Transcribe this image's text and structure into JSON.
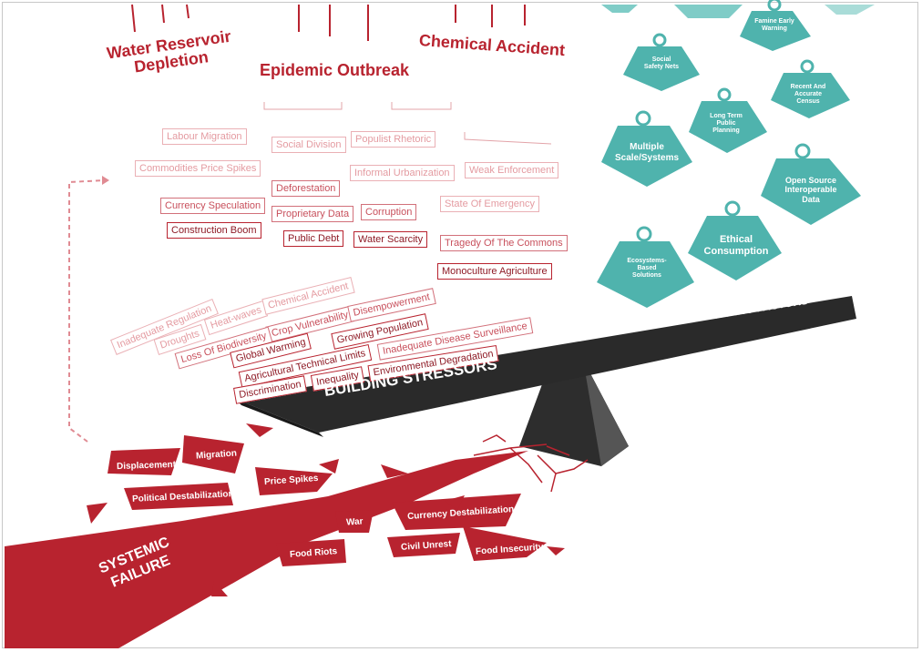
{
  "headers": {
    "water": "Water Reservoir\nDepletion",
    "epidemic": "Epidemic Outbreak",
    "chemical": "Chemical Accident"
  },
  "tags": {
    "labour_migration": "Labour Migration",
    "social_division": "Social Division",
    "populist_rhetoric": "Populist Rhetoric",
    "commodities_price_spikes": "Commodities Price Spikes",
    "informal_urbanization": "Informal Urbanization",
    "weak_enforcement": "Weak Enforcement",
    "deforestation": "Deforestation",
    "currency_speculation": "Currency Speculation",
    "state_of_emergency": "State Of Emergency",
    "proprietary_data": "Proprietary Data",
    "corruption": "Corruption",
    "construction_boom": "Construction Boom",
    "public_debt": "Public Debt",
    "water_scarcity": "Water Scarcity",
    "tragedy_of_the_commons": "Tragedy Of The Commons",
    "monoculture_agriculture": "Monoculture Agriculture",
    "inadequate_regulation": "Inadequate Regulation",
    "heat_waves": "Heat-waves",
    "chemical_accident": "Chemical Accident",
    "droughts": "Droughts",
    "crop_vulnerability": "Crop Vulnerability",
    "disempowerment": "Disempowerment",
    "loss_of_biodiversity": "Loss Of Biodiversity",
    "global_warming": "Global Warming",
    "growing_population": "Growing Population",
    "inadequate_disease_surveillance": "Inadequate Disease Surveillance",
    "agricultural_technical_limits": "Agricultural Technical Limits",
    "environmental_degradation": "Environmental Degradation",
    "inequality": "Inequality",
    "discrimination": "Discrimination"
  },
  "beam": {
    "building_stressors": "BUILDING STRESSORS",
    "mitigating_factors": "MITIGATING FACTORS"
  },
  "weights": {
    "famine_early_warning": "Famine Early\nWarning",
    "social_safety_nets": "Social\nSafety Nets",
    "recent_accurate_census": "Recent And\nAccurate\nCensus",
    "long_term_public_planning": "Long Term\nPublic\nPlanning",
    "multiple_scale_systems": "Multiple\nScale/Systems",
    "open_source_data": "Open Source\nInteroperable\nData",
    "ethical_consumption": "Ethical\nConsumption",
    "ecosystems_based_solutions": "Ecosystems-\nBased\nSolutions"
  },
  "failure": {
    "systemic_failure": "SYSTEMIC\nFAILURE",
    "displacement": "Displacement",
    "migration": "Migration",
    "price_spikes": "Price Spikes",
    "political_destabilization": "Political Destabilization",
    "war": "War",
    "currency_destabilization": "Currency Destabilization",
    "civil_unrest": "Civil Unrest",
    "food_riots": "Food Riots",
    "food_insecurity": "Food Insecurity"
  },
  "colors": {
    "red": "#b8232f",
    "teal": "#4fb3ad",
    "beam": "#2b2b2b",
    "fulcrum": "#3a3a3a"
  }
}
